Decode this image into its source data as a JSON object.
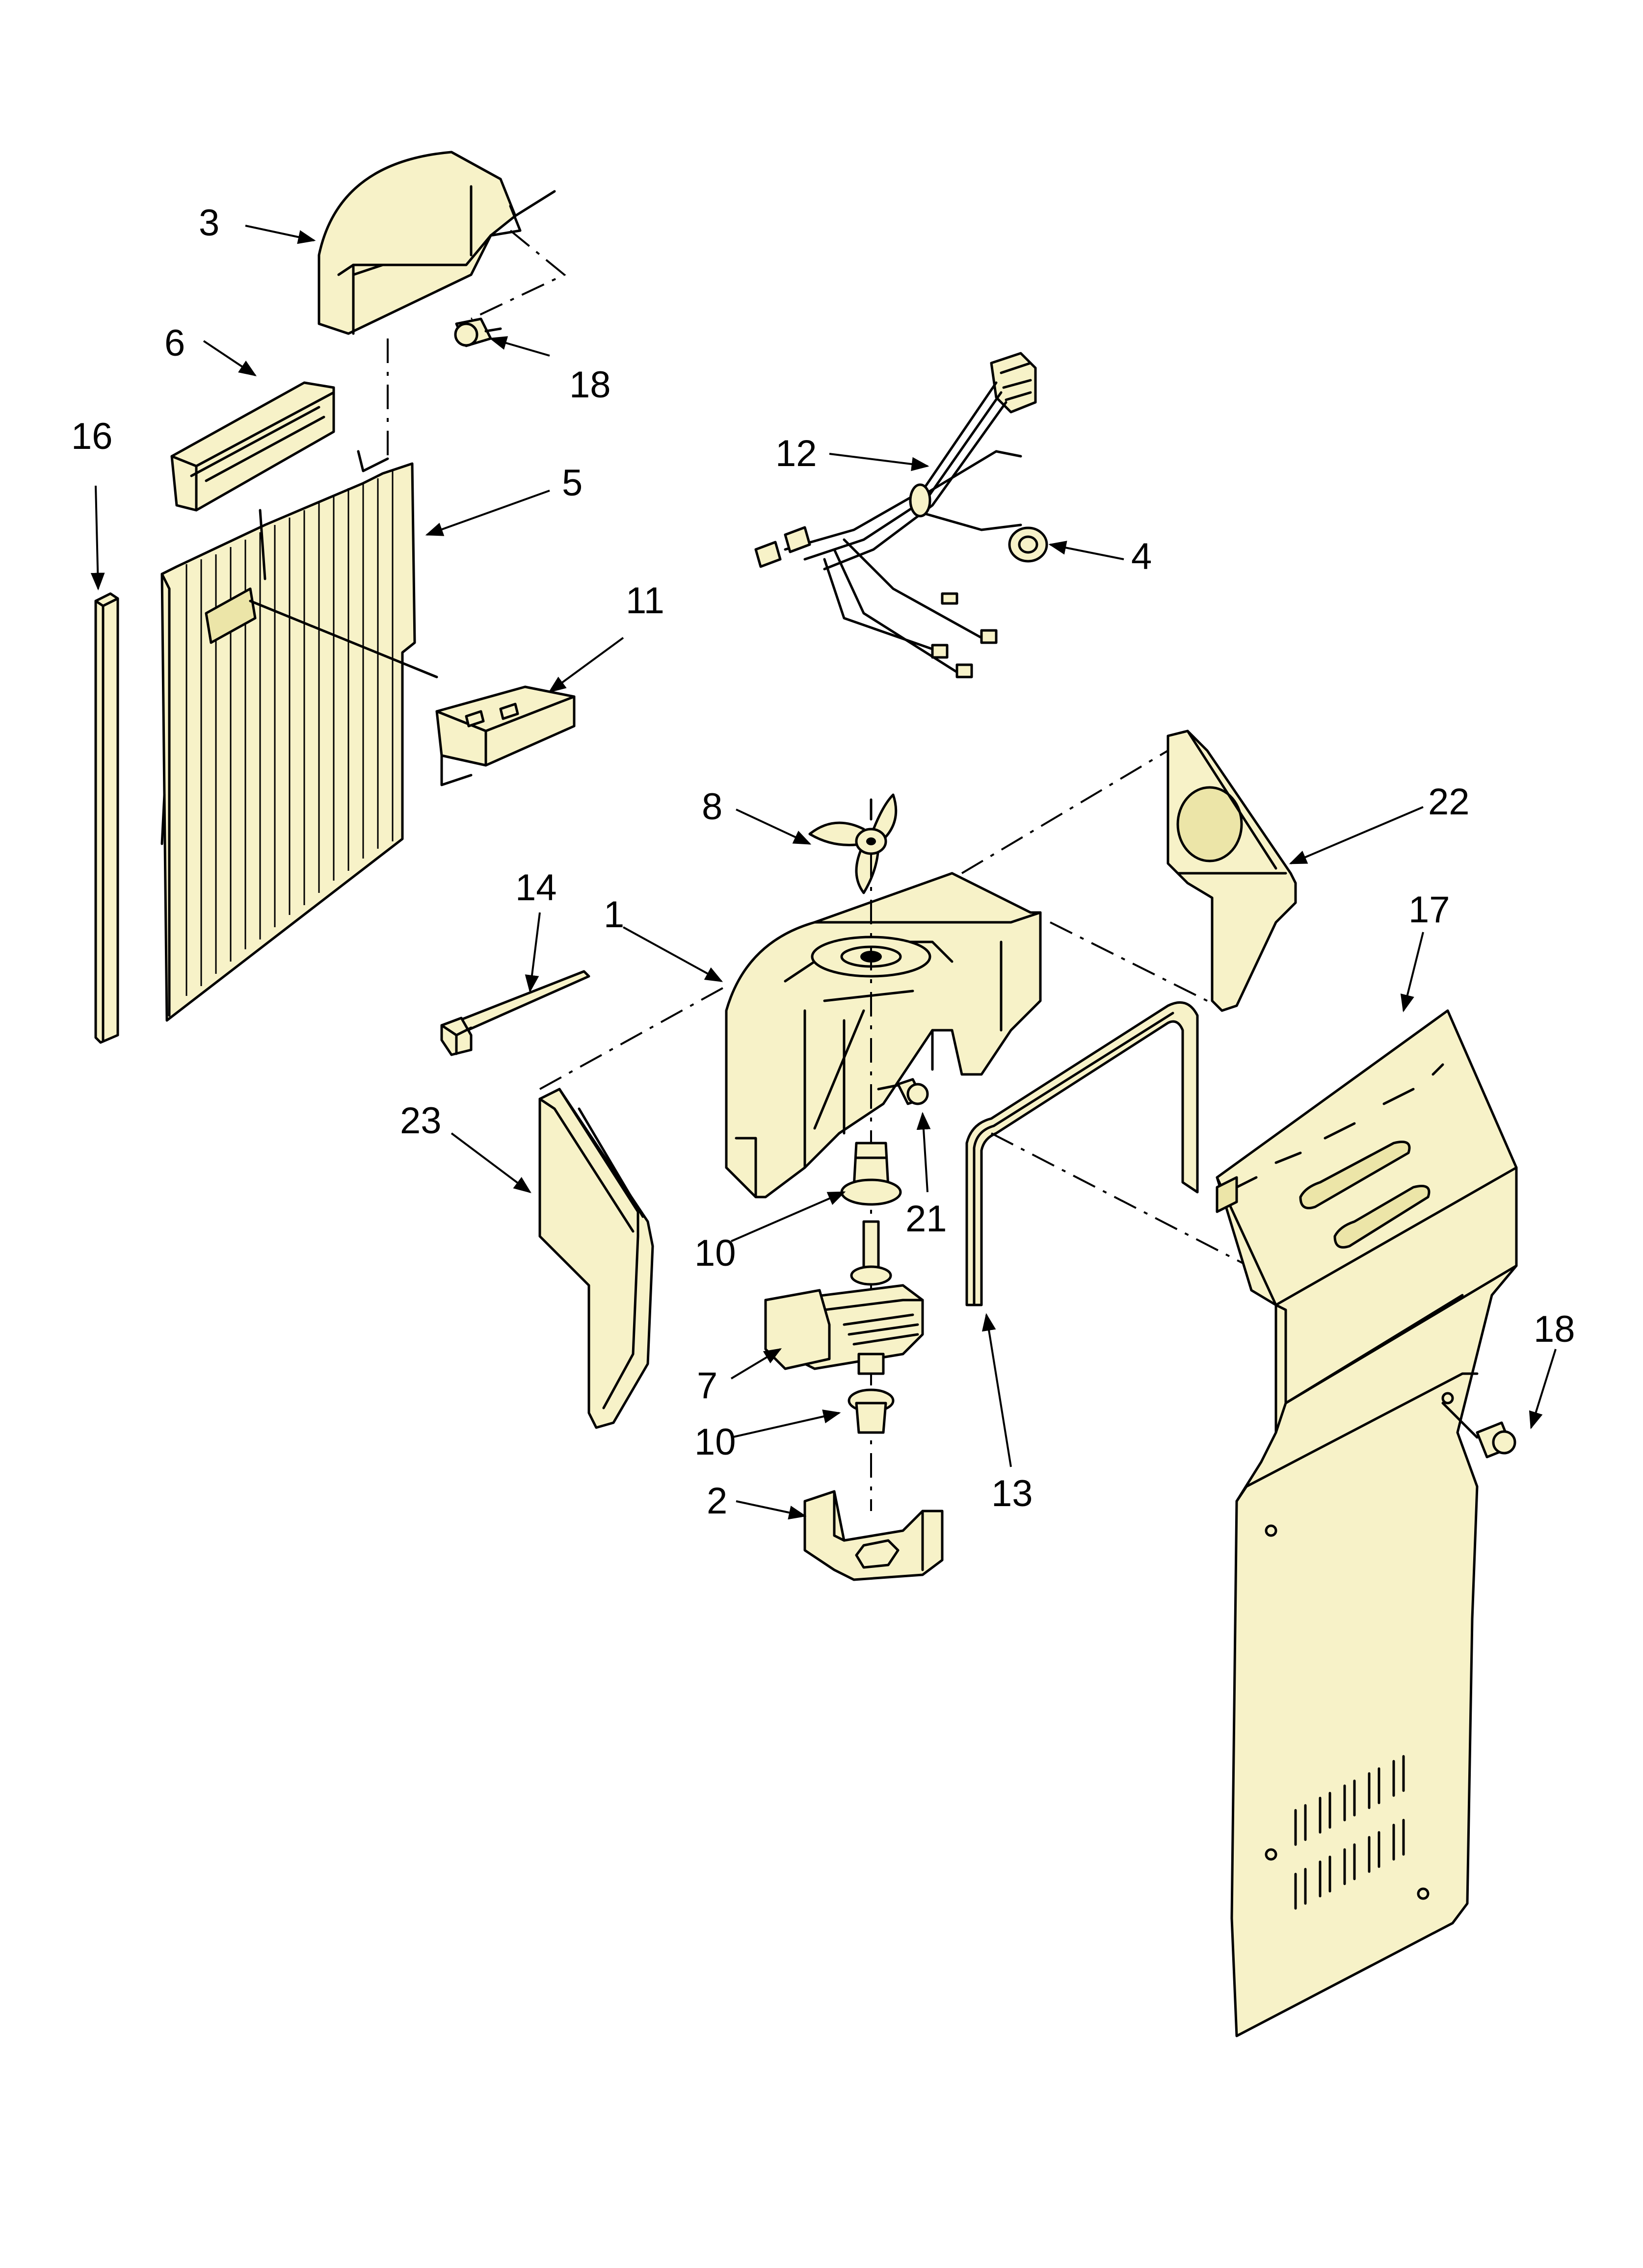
{
  "callouts": {
    "c1": "1",
    "c2": "2",
    "c3": "3",
    "c4": "4",
    "c5": "5",
    "c6": "6",
    "c7": "7",
    "c8": "8",
    "c10a": "10",
    "c10b": "10",
    "c11": "11",
    "c12": "12",
    "c13": "13",
    "c14": "14",
    "c16": "16",
    "c17": "17",
    "c18a": "18",
    "c18b": "18",
    "c21": "21",
    "c22": "22",
    "c23": "23"
  }
}
